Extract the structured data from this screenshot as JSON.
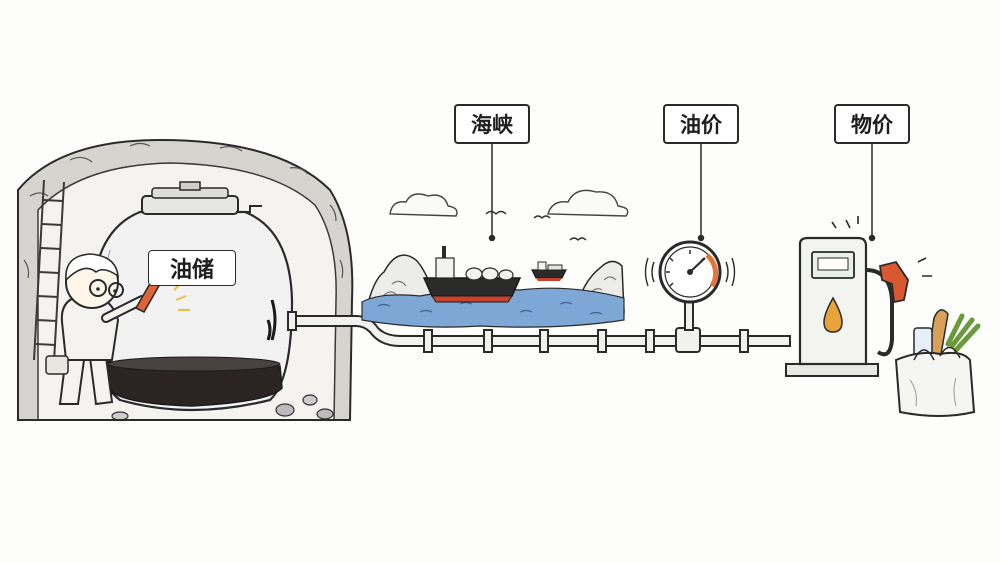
{
  "labels": {
    "strait": "海峡",
    "oil_price": "油价",
    "prices": "物价",
    "storage": "油储"
  },
  "colors": {
    "ink": "#2a2a2a",
    "sea": "#7fa7d6",
    "sea_dark": "#5d86bd",
    "oil": "#2b2422",
    "hull_red": "#c8432e",
    "pencil": "#e0643a",
    "drop": "#e8a23a",
    "gauge_red": "#e3743a",
    "nozzle": "#d9582f",
    "veg": "#6a9a3c",
    "bread": "#d9a05a"
  },
  "icons": {
    "scene": [
      "cave-icon",
      "ladder-icon",
      "storage-tank-icon",
      "child-icon",
      "pencil-icon",
      "pipeline-icon",
      "tanker-ship-icon",
      "cloud-icon",
      "bird-icon",
      "pressure-gauge-icon",
      "fuel-pump-icon",
      "oil-drop-icon",
      "grocery-bag-icon"
    ]
  }
}
